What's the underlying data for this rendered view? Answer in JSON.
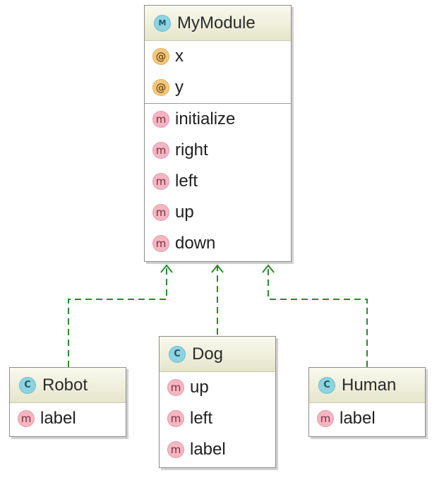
{
  "nodes": {
    "mymodule": {
      "badge": "M",
      "title": "MyModule",
      "fields": [
        {
          "badge": "@",
          "label": "x"
        },
        {
          "badge": "@",
          "label": "y"
        }
      ],
      "methods": [
        {
          "badge": "m",
          "label": "initialize"
        },
        {
          "badge": "m",
          "label": "right"
        },
        {
          "badge": "m",
          "label": "left"
        },
        {
          "badge": "m",
          "label": "up"
        },
        {
          "badge": "m",
          "label": "down"
        }
      ]
    },
    "robot": {
      "badge": "C",
      "title": "Robot",
      "methods": [
        {
          "badge": "m",
          "label": "label"
        }
      ]
    },
    "dog": {
      "badge": "C",
      "title": "Dog",
      "methods": [
        {
          "badge": "m",
          "label": "up"
        },
        {
          "badge": "m",
          "label": "left"
        },
        {
          "badge": "m",
          "label": "label"
        }
      ]
    },
    "human": {
      "badge": "C",
      "title": "Human",
      "methods": [
        {
          "badge": "m",
          "label": "label"
        }
      ]
    }
  },
  "edges": [
    {
      "from": "Robot",
      "to": "MyModule",
      "style": "dashed",
      "color": "#2a8a2a"
    },
    {
      "from": "Dog",
      "to": "MyModule",
      "style": "dashed",
      "color": "#2a8a2a"
    },
    {
      "from": "Human",
      "to": "MyModule",
      "style": "dashed",
      "color": "#2a8a2a"
    }
  ],
  "colors": {
    "header_gradient_top": "#f9f9ee",
    "header_gradient_bottom": "#e6e6cc",
    "method_badge": "#f4b6c2",
    "field_badge": "#f3c882",
    "class_badge": "#8fd3e0",
    "edge": "#2a8a2a"
  }
}
